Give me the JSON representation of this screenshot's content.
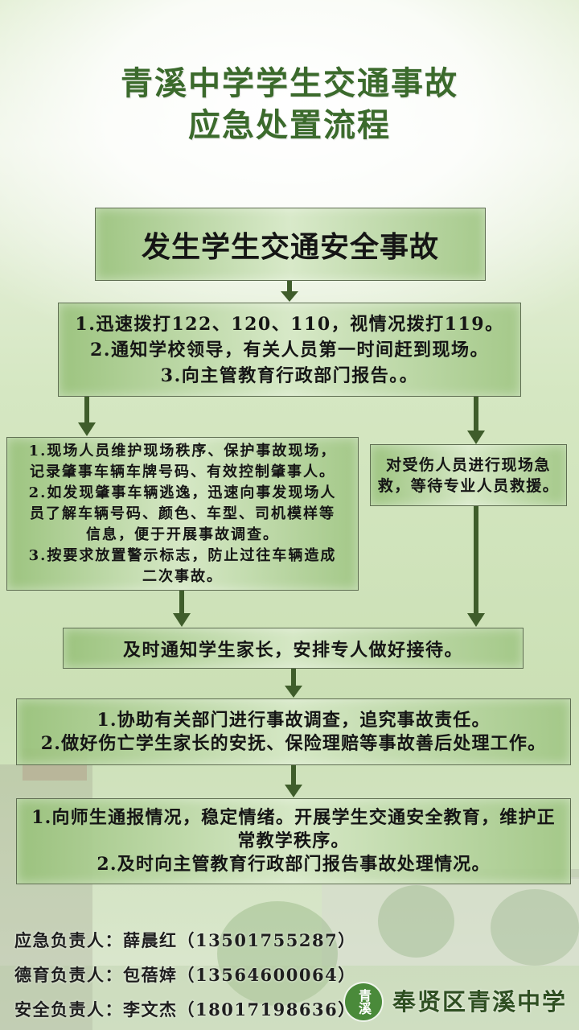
{
  "title": {
    "line1": "青溪中学学生交通事故",
    "line2": "应急处置流程"
  },
  "flow": {
    "start": {
      "text": "发生学生交通安全事故"
    },
    "initial_response": {
      "lines": [
        "1.迅速拨打122、120、110，视情况拨打119。",
        "2.通知学校领导，有关人员第一时间赶到现场。",
        "3.向主管教育行政部门报告。。"
      ]
    },
    "scene_control": {
      "lines": [
        "1.现场人员维护现场秩序、保护事故现场，",
        "记录肇事车辆车牌号码、有效控制肇事人。",
        "2.如发现肇事车辆逃逸，迅速向事发现场人",
        "员了解车辆号码、颜色、车型、司机模样等",
        "信息，便于开展事故调查。",
        "3.按要求放置警示标志，防止过往车辆造成",
        "二次事故。"
      ]
    },
    "first_aid": {
      "lines": [
        "对受伤人员进行现场急",
        "救，等待专业人员救援。"
      ]
    },
    "notify_parents": {
      "text": "及时通知学生家长，安排专人做好接待。"
    },
    "investigation": {
      "lines": [
        "1.协助有关部门进行事故调查，追究事故责任。",
        "2.做好伤亡学生家长的安抚、保险理赔等事故善后处理工作。"
      ]
    },
    "aftermath": {
      "lines": [
        "1.向师生通报情况，稳定情绪。开展学生交通安全教育，维护正",
        "常教学秩序。",
        "2.及时向主管教育行政部门报告事故处理情况。"
      ]
    }
  },
  "contacts": [
    {
      "role": "应急负责人：",
      "name": "薛晨红",
      "phone": "（13501755287）"
    },
    {
      "role": "德育负责人：",
      "name": "包蓓婞",
      "phone": "（13564600064）"
    },
    {
      "role": "安全负责人：",
      "name": "李文杰",
      "phone": "（18017198636）"
    }
  ],
  "logo": {
    "seal_text": "青溪",
    "school_name": "奉贤区青溪中学"
  },
  "colors": {
    "title": "#3b6a2c",
    "arrow": "#3f5d2b",
    "box_border": "#5f6e52",
    "box_text": "#151515",
    "seal": "#4a8a3a",
    "logo_text": "#2f4f22"
  }
}
